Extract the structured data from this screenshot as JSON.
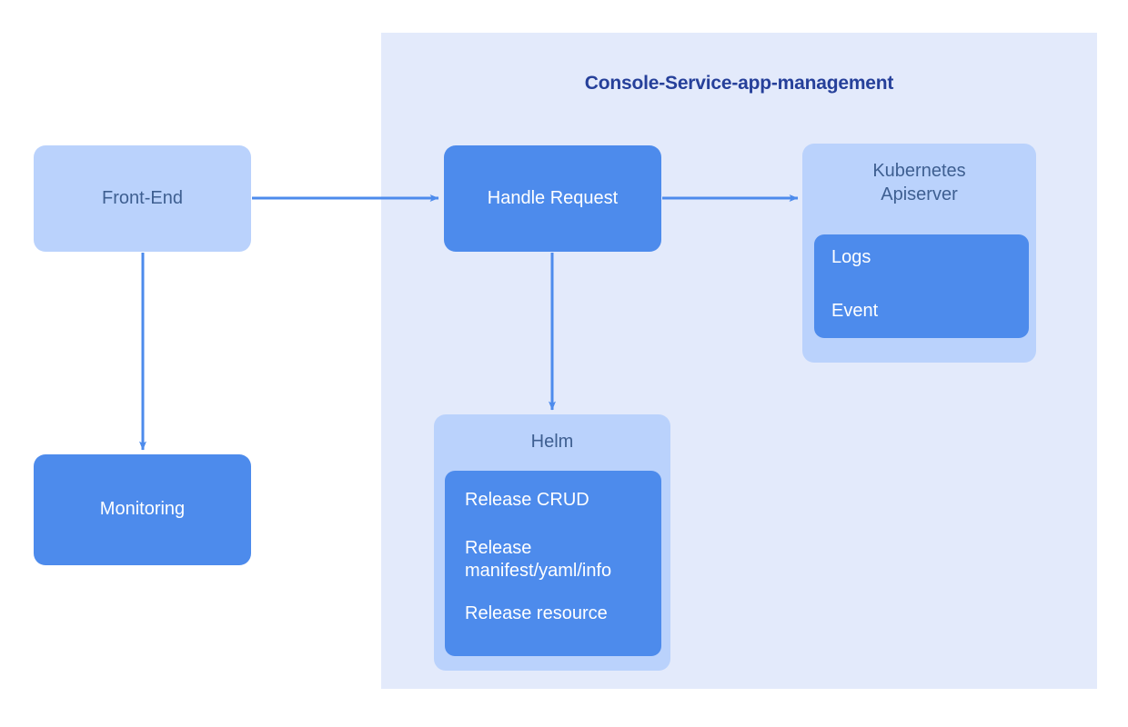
{
  "diagram": {
    "title": "Console-Service-app-management",
    "colors": {
      "panel_bg": "#e3eafb",
      "node_light": "#bad2fc",
      "node_solid": "#4d8bec",
      "arrow": "#4d8bec",
      "title_text": "#26409a",
      "light_text": "#3e5f91",
      "solid_text": "#ffffff"
    },
    "nodes": {
      "front_end": {
        "label": "Front-End"
      },
      "monitoring": {
        "label": "Monitoring"
      },
      "handle_request": {
        "label": "Handle Request"
      },
      "kubernetes": {
        "title": "Kubernetes\nApiserver",
        "title_line1": "Kubernetes",
        "title_line2": "Apiserver",
        "items": [
          "Logs",
          "Event"
        ]
      },
      "helm": {
        "title": "Helm",
        "items": [
          "Release CRUD",
          "Release manifest/yaml/info",
          "Release resource"
        ]
      }
    },
    "edges": [
      {
        "from": "front_end",
        "to": "handle_request",
        "direction": "right"
      },
      {
        "from": "front_end",
        "to": "monitoring",
        "direction": "down"
      },
      {
        "from": "handle_request",
        "to": "kubernetes",
        "direction": "right"
      },
      {
        "from": "handle_request",
        "to": "helm",
        "direction": "down"
      }
    ]
  }
}
